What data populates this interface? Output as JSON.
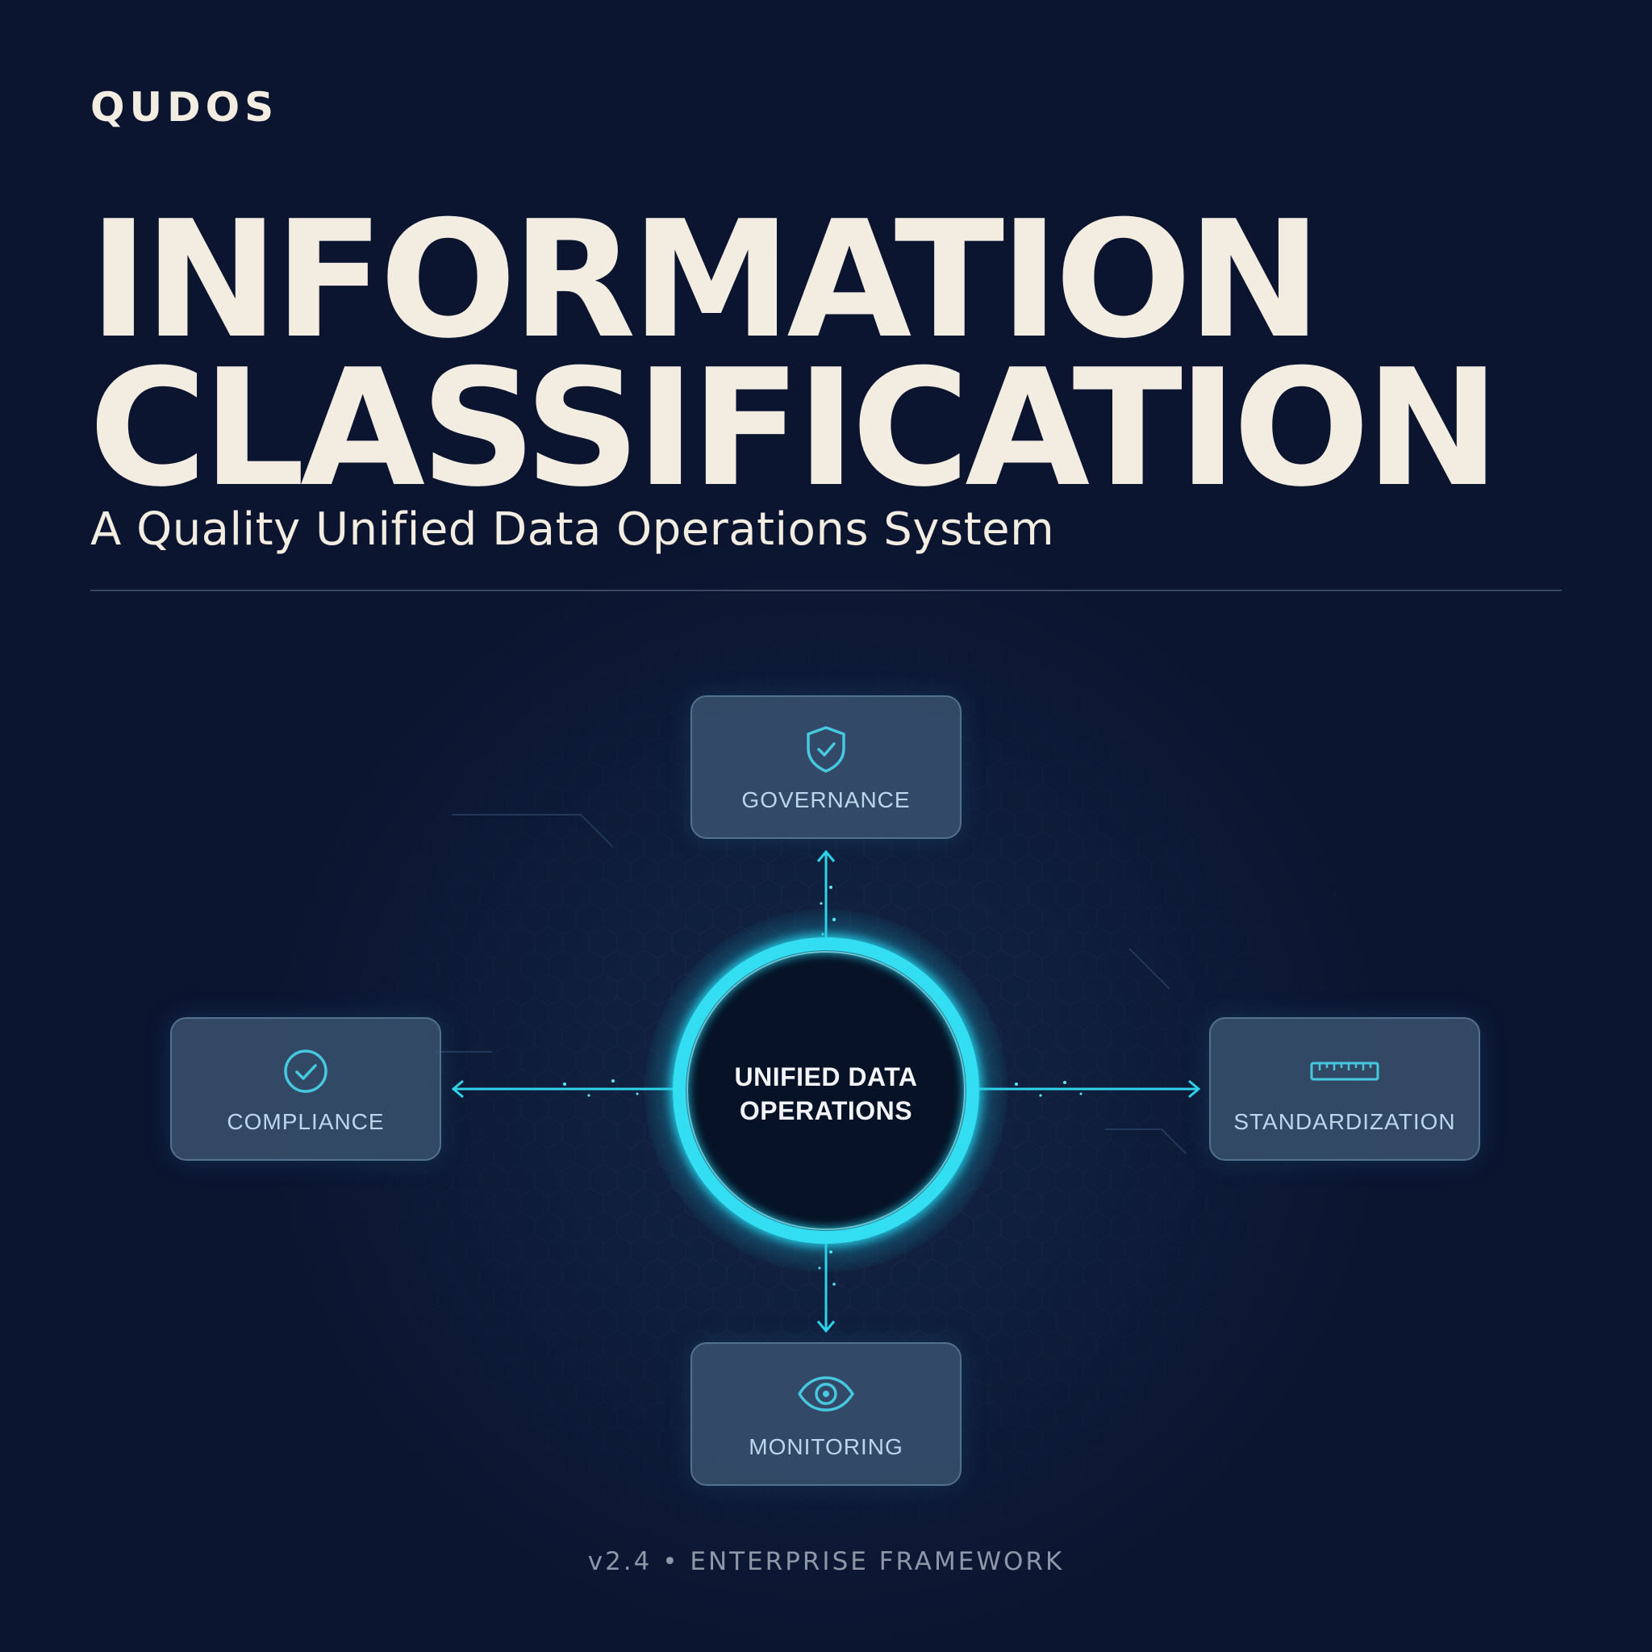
{
  "brand": "QUDOS",
  "title": {
    "line1": "INFORMATION",
    "line2": "CLASSIFICATION"
  },
  "subtitle": "A Quality Unified Data Operations System",
  "diagram": {
    "center_label_line1": "UNIFIED DATA",
    "center_label_line2": "OPERATIONS",
    "nodes": [
      {
        "label": "GOVERNANCE",
        "icon": "shield-check-icon"
      },
      {
        "label": "COMPLIANCE",
        "icon": "check-circle-icon"
      },
      {
        "label": "STANDARDIZATION",
        "icon": "ruler-icon"
      },
      {
        "label": "MONITORING",
        "icon": "eye-icon"
      }
    ]
  },
  "footer": "v2.4 • ENTERPRISE FRAMEWORK",
  "colors": {
    "background": "#0b1530",
    "title_text": "#f3ece1",
    "accent_cyan": "#26d6ec",
    "card_fill": "#3a5472",
    "card_label": "#bcd6ec",
    "footer_text": "#8e97a8"
  }
}
